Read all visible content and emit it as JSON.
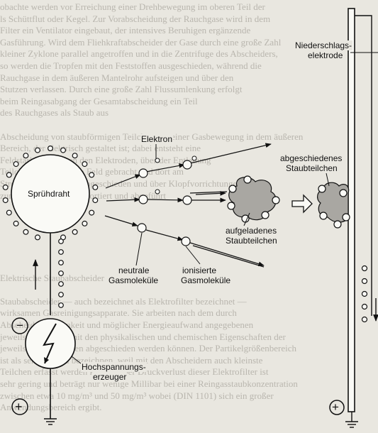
{
  "labels": {
    "collector_electrode": [
      "Niederschlags-",
      "elektrode"
    ],
    "electron": "Elektron",
    "deposited_dust": [
      "abgeschiedenes",
      "Staubteilchen"
    ],
    "spray_wire": "Sprühdraht",
    "charged_dust": [
      "aufgeladenes",
      "Staubteilchen"
    ],
    "neutral_molecules": [
      "neutrale",
      "Gasmoleküle"
    ],
    "ionized_molecules": [
      "ionisierte",
      "Gasmoleküle"
    ],
    "hv_generator": [
      "Hochspannungs-",
      "erzeuger"
    ]
  },
  "symbols": {
    "minus": "−",
    "plus": "+"
  },
  "background_text": [
    "obachte werden vor Erreichung einer Drehbewegung im oberen Teil der",
    "ls Schüttflut oder Kegel. Zur Vorabscheidung der Rauchgase wird in dem",
    "Filter ein Ventilator eingebaut, der intensives Beruhigen ergänzende",
    "Gasführung. Wird dem Fliehkraftabscheider der Gase durch eine große Zahl",
    "kleiner Zyklone parallel angetroffen und in die Zentrifuge des Abscheiders,",
    "so werden die Tropfen mit den Feststoffen ausgeschieden, während die",
    "Rauchgase in dem äußeren Mantelrohr aufsteigen und über den",
    "Stutzen verlassen. Durch eine große Zahl Flussumlenkung erfolgt",
    "beim Reingasabgang der Gesamtabscheidung ein Teil",
    "des Rauchgases als Staub aus",
    "   ",
    "Abscheidung von staubförmigen Teilchen aus einer Gasbewegung in dem äußeren",
    "Bereich, der elektrisch gestaltet ist; dabei entsteht eine",
    "Feldstärke, zwischen den Elektroden, über der Entladung",
    "Teilchen werden in ein Feld gebracht und dort am",
    "Strom der Elektroden abgeschieden und über Klopfvorrichtungen",
    "zum Staubbunker transportiert und abgeführt",
    "   ",
    "   ",
    "   ",
    "   ",
    "   ",
    "   ",
    "    Elektrische Staubabscheider",
    "   ",
    "Staubabscheider — auch bezeichnet als Elektrofilter bezeichnet —",
    "wirksamen Gasreinigungsapparate. Sie arbeiten nach dem durch",
    "Abscheidewirksamkeit und möglicher Energieaufwand angegebenen",
    "jeweils zusammen mit den physikalischen und chemischen Eigenschaften der",
    "jeweils alle Staubarten abgeschieden werden können. Der Partikelgrößenbereich",
    "ist als sehr groß zu bezeichnen, weil mit den Abscheidern auch kleinste",
    "Teilchen erfasst werden können. Der Druckverlust dieser Elektrofilter ist",
    "sehr gering und beträgt nur wenige Millibar bei einer Reingasstaubkonzentration",
    "zwischen etwa 10 mg/m³ und 50 mg/m³ wobei (DIN 1101) sich ein großer",
    "Anwendungsbereich ergibt."
  ]
}
